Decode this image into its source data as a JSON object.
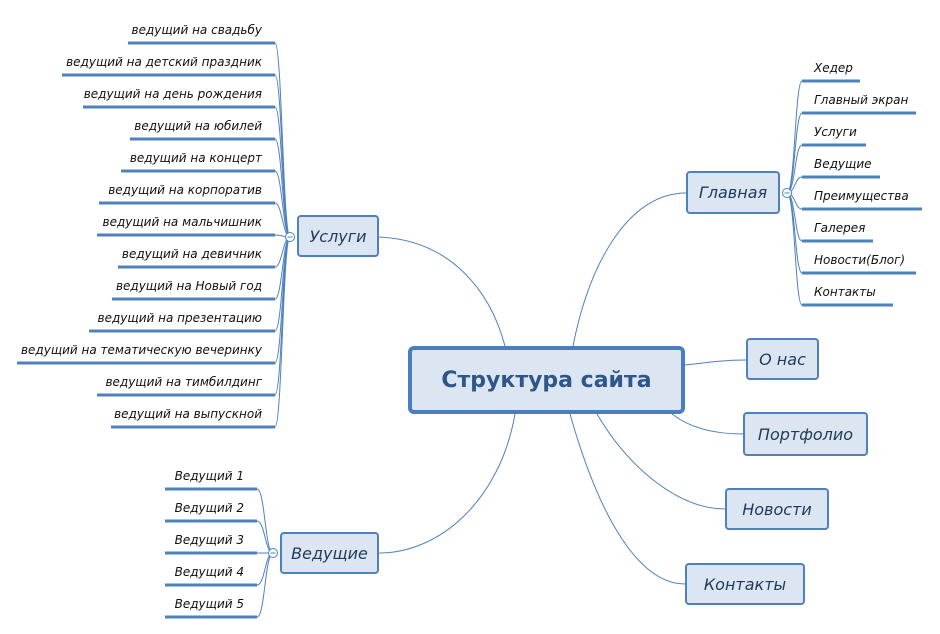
{
  "root": "Структура сайта",
  "uslugi": {
    "label": "Услуги",
    "items": [
      "ведущий на свадьбу",
      "ведущий на детский праздник",
      "ведущий на день рождения",
      "ведущий на юбилей",
      "ведущий на концерт",
      "ведущий на корпоратив",
      "ведущий на мальчишник",
      "ведущий на девичник",
      "ведущий на Новый год",
      "ведущий на презентацию",
      "ведущий на тематическую вечеринку",
      "ведущий на тимбилдинг",
      "ведущий на выпускной"
    ]
  },
  "glavnaya": {
    "label": "Главная",
    "items": [
      "Хедер",
      "Главный экран",
      "Услуги",
      "Ведущие",
      "Преимущества",
      "Галерея",
      "Новости(Блог)",
      "Контакты"
    ]
  },
  "vedushchie": {
    "label": "Ведущие",
    "items": [
      "Ведущий 1",
      "Ведущий 2",
      "Ведущий 3",
      "Ведущий 4",
      "Ведущий 5"
    ]
  },
  "o_nas": "О нас",
  "portfolio": "Портфолио",
  "novosti": "Новости",
  "kontakty": "Контакты",
  "colors": {
    "line": "#4f81bd",
    "fill": "#dce6f2"
  }
}
